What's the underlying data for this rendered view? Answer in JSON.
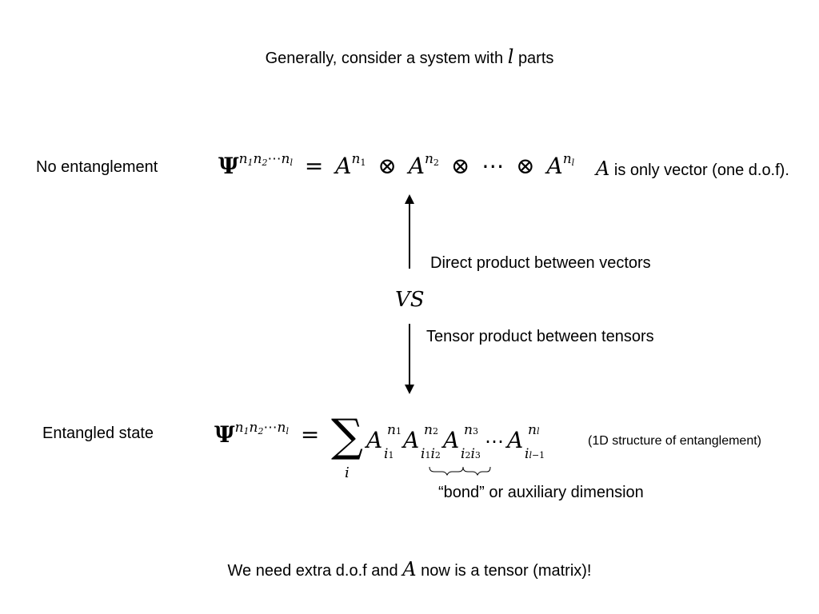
{
  "title": {
    "prefix": "Generally, consider a system with",
    "var": "l",
    "suffix": "parts"
  },
  "no_entanglement": {
    "label": "No entanglement",
    "psi": "Ψ",
    "sup": [
      "n",
      "1",
      "n",
      "2",
      "⋯",
      "n",
      "l"
    ],
    "rhs": {
      "A": "A",
      "otimes": "⊗",
      "dots": "⋯",
      "powers": [
        "n",
        "1",
        "n",
        "2",
        "n",
        "l"
      ]
    },
    "note_var": "A",
    "note": "is only vector (one d.o.f)."
  },
  "arrows": {
    "up_label": "Direct product between vectors",
    "vs": "VS",
    "down_label": "Tensor product between tensors"
  },
  "entangled": {
    "label": "Entangled state",
    "sigma": "∑",
    "sigma_index": "i",
    "dots": "⋯",
    "note": "(1D structure of entanglement)",
    "bond_label": "“bond” or auxiliary dimension"
  },
  "footer": {
    "prefix": "We need extra d.o.f and",
    "var": "A",
    "suffix": "now is a tensor (matrix)!"
  }
}
